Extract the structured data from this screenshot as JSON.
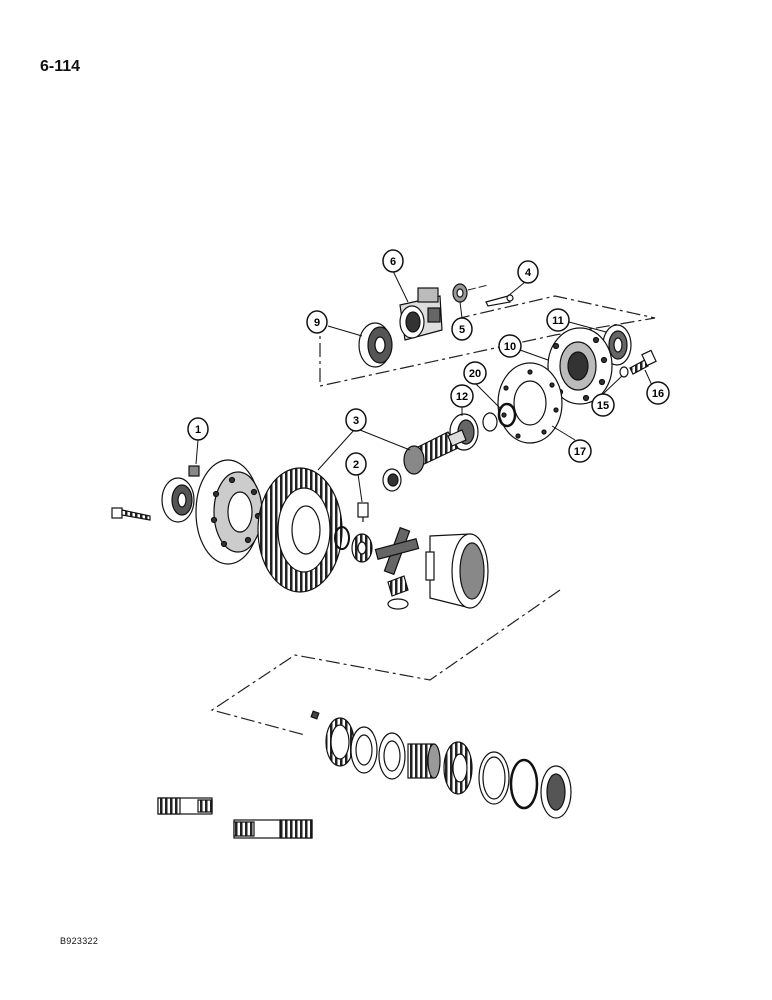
{
  "page": {
    "number": "6-114",
    "drawing_code": "B923322"
  },
  "callouts": [
    {
      "id": "c1",
      "label": "1"
    },
    {
      "id": "c2",
      "label": "2"
    },
    {
      "id": "c3",
      "label": "3"
    },
    {
      "id": "c4",
      "label": "4"
    },
    {
      "id": "c5",
      "label": "5"
    },
    {
      "id": "c6",
      "label": "6"
    },
    {
      "id": "c9",
      "label": "9"
    },
    {
      "id": "c10",
      "label": "10"
    },
    {
      "id": "c11",
      "label": "11"
    },
    {
      "id": "c12",
      "label": "12"
    },
    {
      "id": "c15",
      "label": "15"
    },
    {
      "id": "c16",
      "label": "16"
    },
    {
      "id": "c17",
      "label": "17"
    },
    {
      "id": "c20",
      "label": "20"
    }
  ]
}
